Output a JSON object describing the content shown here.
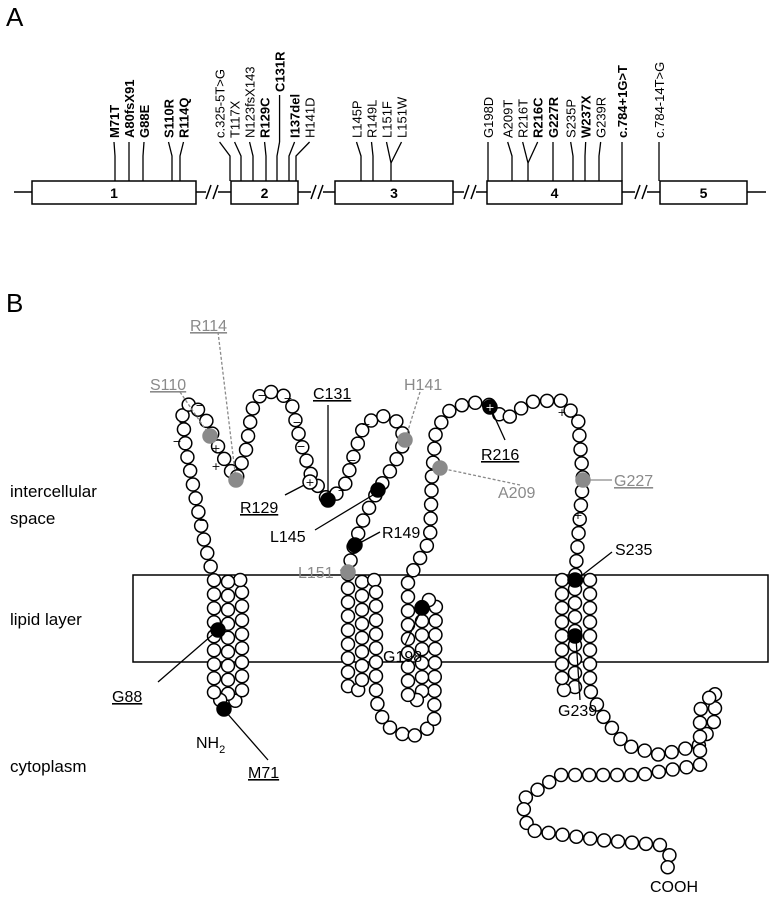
{
  "panel_a": {
    "label": "A",
    "exons": [
      "1",
      "2",
      "3",
      "4",
      "5"
    ],
    "mutations": [
      {
        "text": "M71T",
        "bold": true
      },
      {
        "text": "A80fsX91",
        "bold": true
      },
      {
        "text": "G88E",
        "bold": true
      },
      {
        "text": "S110R",
        "bold": true
      },
      {
        "text": "R114Q",
        "bold": true
      },
      {
        "text": "c.325-5T>G",
        "bold": false
      },
      {
        "text": "T117X",
        "bold": false
      },
      {
        "text": "N123fsX143",
        "bold": false
      },
      {
        "text": "R129C",
        "bold": true
      },
      {
        "text": "C131R",
        "bold": true
      },
      {
        "text": "I137del",
        "bold": true
      },
      {
        "text": "H141D",
        "bold": false
      },
      {
        "text": "L145P",
        "bold": false
      },
      {
        "text": "R149L",
        "bold": false
      },
      {
        "text": "L151F",
        "bold": false
      },
      {
        "text": "L151W",
        "bold": false
      },
      {
        "text": "G198D",
        "bold": false
      },
      {
        "text": "A209T",
        "bold": false
      },
      {
        "text": "R216T",
        "bold": false
      },
      {
        "text": "R216C",
        "bold": true
      },
      {
        "text": "G227R",
        "bold": true
      },
      {
        "text": "S235P",
        "bold": false
      },
      {
        "text": "W237X",
        "bold": true
      },
      {
        "text": "G239R",
        "bold": false
      },
      {
        "text": "c.784+1G>T",
        "bold": true
      },
      {
        "text": "c.784-14T>G",
        "bold": false
      }
    ]
  },
  "panel_b": {
    "label": "B",
    "regions": {
      "extracellular_line1": "intercellular",
      "extracellular_line2": "space",
      "membrane": "lipid layer",
      "cytoplasm": "cytoplasm"
    },
    "termini": {
      "n": "NH",
      "n_sub": "2",
      "c": "COOH"
    },
    "residues": {
      "R114": "R114",
      "S110": "S110",
      "C131": "C131",
      "H141": "H141",
      "R216": "R216",
      "R129": "R129",
      "L145": "L145",
      "A209": "A209",
      "G227": "G227",
      "R149": "R149",
      "L151": "L151",
      "S235": "S235",
      "G198": "G198",
      "G239": "G239",
      "G88": "G88",
      "M71": "M71"
    },
    "colors": {
      "grey_marked": "#8a8a8a",
      "black_marked": "#000000"
    }
  }
}
